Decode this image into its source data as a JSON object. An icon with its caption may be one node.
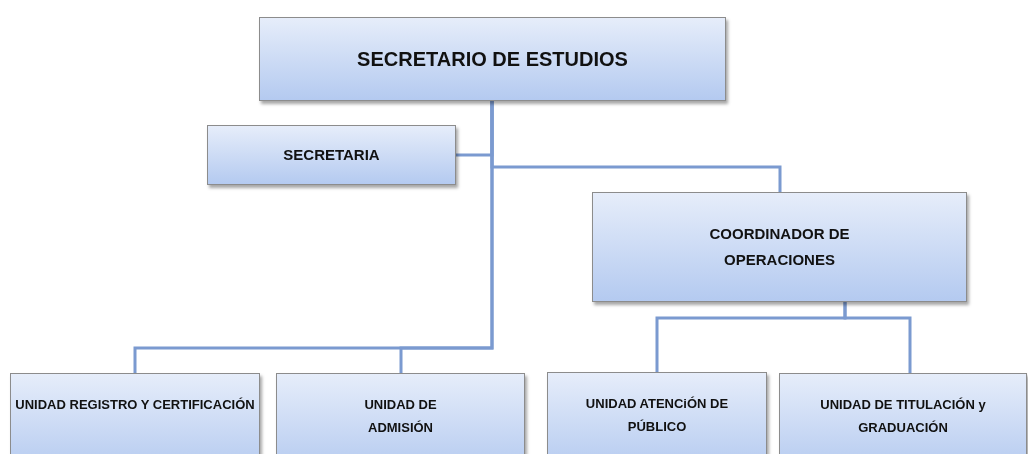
{
  "diagram": {
    "nodes": [
      {
        "text": [
          "SECRETARIO DE ESTUDIOS"
        ]
      },
      {
        "text": [
          "SECRETARIA"
        ]
      },
      {
        "text": [
          "COORDINADOR DE OPERACIONES"
        ]
      },
      {
        "text": [
          "UNIDAD REGISTRO Y CERTIFICACIÓN"
        ]
      },
      {
        "text": [
          "UNIDAD DE ADMISIÓN"
        ]
      },
      {
        "text": [
          "UNIDAD ATENCiÓN DE PÚBLICO"
        ]
      },
      {
        "text": [
          "UNIDAD DE TITULACIÓN y GRADUACIÓN"
        ]
      }
    ],
    "edges": [
      {
        "from": 0,
        "to": 1,
        "arrow": "none"
      },
      {
        "from": 0,
        "to": 2,
        "arrow": "none"
      },
      {
        "from": 0,
        "to": 3,
        "arrow": "none"
      },
      {
        "from": 0,
        "to": 4,
        "arrow": "none"
      },
      {
        "from": 2,
        "to": 5,
        "arrow": "none"
      },
      {
        "from": 2,
        "to": 6,
        "arrow": "none"
      }
    ]
  }
}
